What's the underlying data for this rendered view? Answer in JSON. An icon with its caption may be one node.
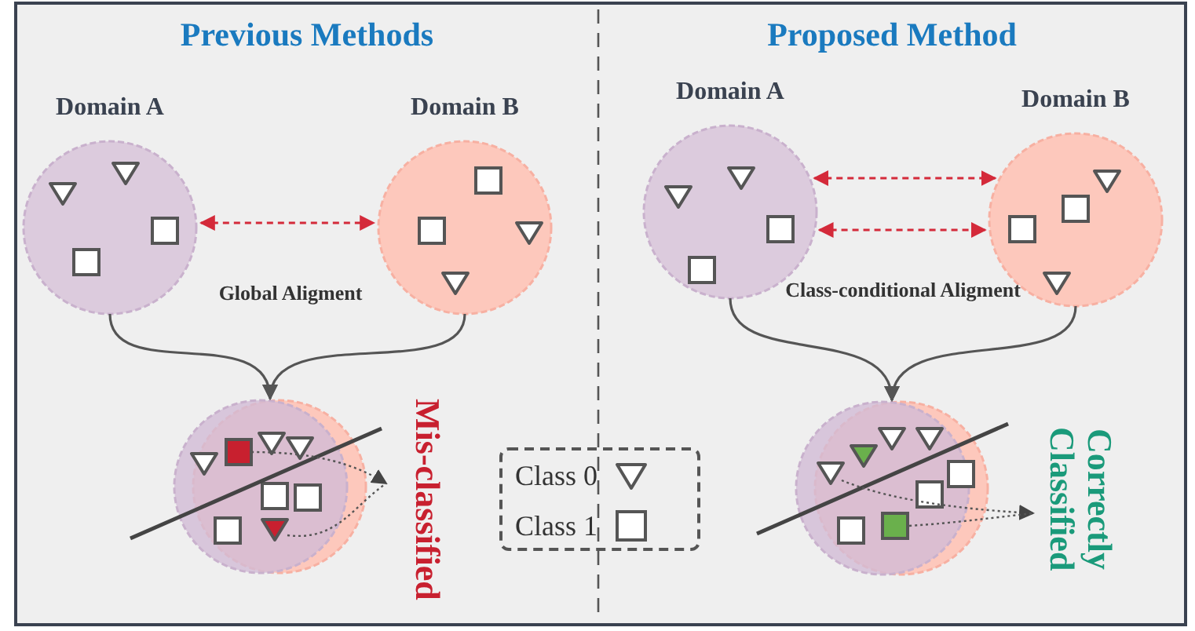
{
  "diagram": {
    "nodes": [
      {
        "text": [
          "Previous Methods"
        ]
      },
      {
        "text": [
          "Domain A"
        ],
        "in": 0
      },
      {
        "text": [
          "Domain B"
        ],
        "in": 0
      },
      {
        "text": [],
        "shape": "circle",
        "beside": [
          "Mis-classified"
        ],
        "in": 0
      },
      {
        "text": [
          "Proposed Method"
        ]
      },
      {
        "text": [
          "Domain A"
        ],
        "in": 4
      },
      {
        "text": [
          "Domain B"
        ],
        "in": 4
      },
      {
        "text": [],
        "shape": "circle",
        "beside": [
          "Correctly Classified"
        ],
        "in": 4
      }
    ],
    "edges": [
      {
        "from": 1,
        "to": 2,
        "arrow": "both",
        "style": "dashed",
        "color": "#d42a3a"
      },
      {
        "from": 1,
        "to": 3,
        "arrow": "to"
      },
      {
        "from": 2,
        "to": 3,
        "arrow": "to"
      },
      {
        "from": 5,
        "to": 6,
        "arrow": "both",
        "style": "dashed",
        "color": "#d42a3a"
      },
      {
        "from": 5,
        "to": 6,
        "arrow": "both",
        "style": "dashed",
        "color": "#d42a3a"
      },
      {
        "from": 5,
        "to": 7,
        "arrow": "to"
      },
      {
        "from": 6,
        "to": 7,
        "arrow": "to"
      }
    ],
    "labels": [
      "Global Aligment",
      "Class-conditional Aligment"
    ],
    "legend": [
      {
        "text": "Class 0"
      },
      {
        "text": "Class 1"
      }
    ]
  }
}
